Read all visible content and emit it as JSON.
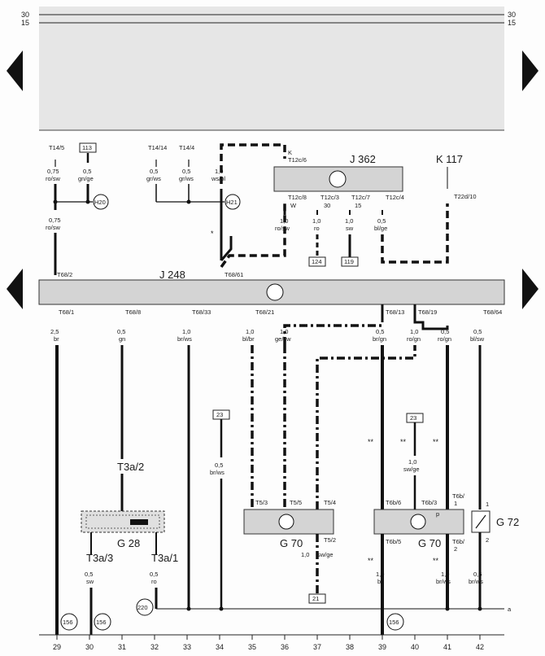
{
  "rails": {
    "top_left": "30",
    "top_right": "30",
    "second_left": "15",
    "second_right": "15"
  },
  "components": {
    "J248": "J 248",
    "J362": "J 362",
    "K117": "K 117",
    "G28": "G 28",
    "G70a": "G 70",
    "G70b": "G 70",
    "G72": "G 72"
  },
  "top_connections": [
    {
      "pin": "T14/5",
      "size": "0,75",
      "color": "ro/sw"
    },
    {
      "box": "113",
      "size": "0,5",
      "color": "gn/ge"
    },
    {
      "pin": "T14/14",
      "size": "0,5",
      "color": "gr/ws"
    },
    {
      "pin": "T14/4",
      "size": "0,5",
      "color": "gr/ws"
    },
    {
      "size": "1,0",
      "color": "ws/bl"
    }
  ],
  "nodes": {
    "H20": "H20",
    "H21": "H21",
    "n220": "220",
    "n156a": "156",
    "n156b": "156",
    "n156c": "156"
  },
  "misc": {
    "t68_2_size": "0,75",
    "t68_2_color": "ro/sw",
    "star": "*",
    "K": "K",
    "T22d10": "T22d/10",
    "dstar_a": "**",
    "dstar_b": "**",
    "dstar_c": "**",
    "dstar_d": "**",
    "dstar_e": "**",
    "a": "a"
  },
  "j362_pins": [
    {
      "pin": "T12c/6"
    },
    {
      "pin": "T12c/8",
      "extra": "W",
      "size": "1,0",
      "color": "ro/sw"
    },
    {
      "pin": "T12c/3",
      "extra": "30",
      "size": "1,0",
      "color": "ro",
      "box": "124"
    },
    {
      "pin": "T12c/7",
      "extra": "15",
      "size": "1,0",
      "color": "sw",
      "box": "119"
    },
    {
      "pin": "T12c/4",
      "size": "0,5",
      "color": "bl/ge"
    }
  ],
  "j248_top_pins": [
    "T68/2",
    "T68/61"
  ],
  "j248_bottom_pins": [
    {
      "pin": "T68/1",
      "size": "2,5",
      "color": "br"
    },
    {
      "pin": "T68/8",
      "size": "0,5",
      "color": "gn"
    },
    {
      "pin": "T68/33",
      "size": "1,0",
      "color": "br/ws"
    },
    {
      "pin": "T68/21",
      "size": "1,0",
      "color": "bl/br"
    },
    {
      "size": "1,0",
      "color": "ge/sw"
    },
    {
      "pin": "T68/13",
      "size": "0,5",
      "color": "br/gn"
    },
    {
      "pin": "T68/19",
      "size": "1,0",
      "color": "ro/gn"
    },
    {
      "size": "0,5",
      "color": "ro/gn"
    },
    {
      "pin": "T68/64",
      "size": "0,5",
      "color": "bl/sw"
    }
  ],
  "mid_labels": {
    "box23a": "23",
    "br_ws_size": "0,5",
    "br_ws_color": "br/ws",
    "box23b": "23",
    "sw_ge_size": "1,0",
    "sw_ge_color": "sw/ge",
    "t3a2": "T3a/2"
  },
  "g70a_pins": {
    "t53": "T5/3",
    "t55": "T5/5",
    "t54": "T5/4",
    "t52": "T5/2",
    "out_size": "1,0",
    "out_color": "sw/ge",
    "box21": "21"
  },
  "g70b_pins": {
    "t6b6": "T6b/6",
    "t6b3": "T6b/3",
    "t6b1": "T6b/",
    "t6b1n": "1",
    "t6b5": "T6b/5",
    "t6b2": "T6b/",
    "t6b2n": "2",
    "p": "p"
  },
  "g72_pins": {
    "p1": "1",
    "p2": "2"
  },
  "bottom_wires": [
    {
      "pin": "T3a/3",
      "size": "0,5",
      "color": "sw"
    },
    {
      "pin": "T3a/1",
      "size": "0,5",
      "color": "ro"
    },
    {
      "size": "1,0",
      "color": "br"
    },
    {
      "size": "1,0",
      "color": "br/ws"
    },
    {
      "size": "0,5",
      "color": "br/ws"
    }
  ],
  "columns": [
    "29",
    "30",
    "31",
    "32",
    "33",
    "34",
    "35",
    "36",
    "37",
    "38",
    "39",
    "40",
    "41",
    "42"
  ]
}
